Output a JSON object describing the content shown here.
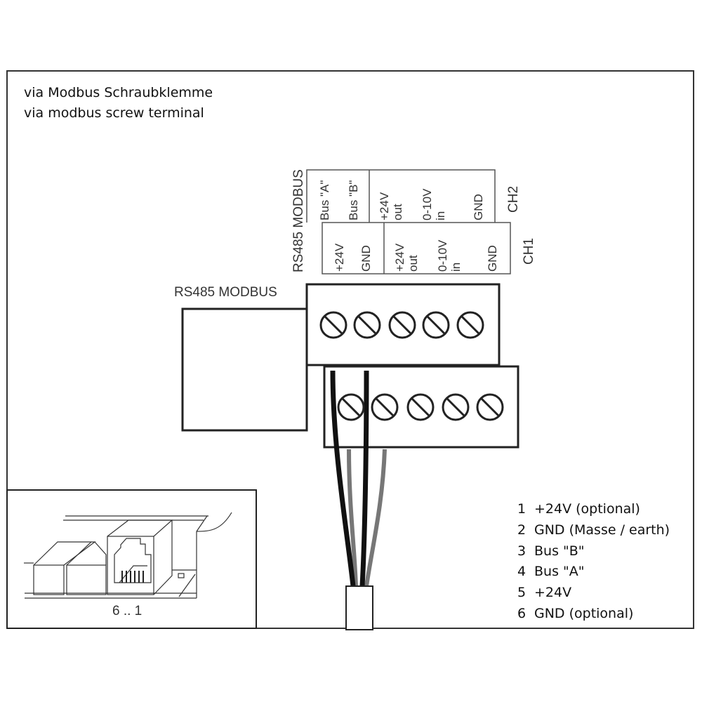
{
  "title_de": "via Modbus Schraubklemme",
  "title_en": "via modbus screw terminal",
  "vertical_label": "RS485 MODBUS",
  "connector_label": "RS485 MODBUS",
  "ch2": {
    "label": "CH2",
    "bus_a": "Bus \"A\"",
    "bus_b": "Bus \"B\"",
    "out_1": "+24V",
    "out_2": "out",
    "in_1": "0-10V",
    "in_2": "in",
    "gnd": "GND"
  },
  "ch1": {
    "label": "CH1",
    "v24": "+24V",
    "gnd_pwr": "GND",
    "out_1": "+24V",
    "out_2": "out",
    "in_1": "0-10V",
    "in_2": "in",
    "gnd": "GND"
  },
  "rj_pins": "6 .. 1",
  "legend": [
    {
      "num": "1",
      "text": "+24V (optional)"
    },
    {
      "num": "2",
      "text": "GND (Masse / earth)"
    },
    {
      "num": "3",
      "text": "Bus \"B\""
    },
    {
      "num": "4",
      "text": "Bus \"A\""
    },
    {
      "num": "5",
      "text": "+24V"
    },
    {
      "num": "6",
      "text": "GND (optional)"
    }
  ]
}
